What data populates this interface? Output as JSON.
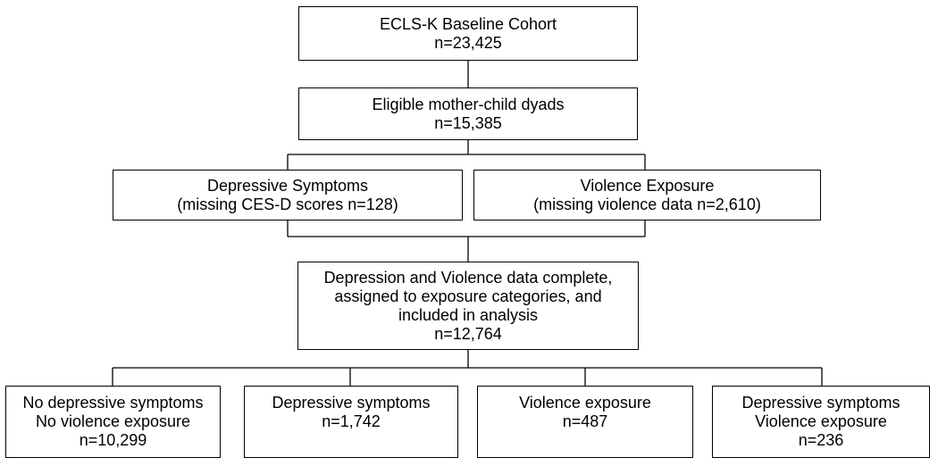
{
  "boxes": {
    "baseline": {
      "line1": "ECLS-K Baseline Cohort",
      "line2": "n=23,425"
    },
    "eligible": {
      "line1": "Eligible mother-child dyads",
      "line2": "n=15,385"
    },
    "depressive": {
      "line1": "Depressive Symptoms",
      "line2": "(missing CES-D scores n=128)"
    },
    "violence": {
      "line1": "Violence Exposure",
      "line2": "(missing violence data n=2,610)"
    },
    "complete": {
      "line1": "Depression and Violence data complete,",
      "line2": "assigned to exposure categories, and",
      "line3": "included in analysis",
      "line4": "n=12,764"
    },
    "none": {
      "line1": "No depressive symptoms",
      "line2": "No violence exposure",
      "line3": "n=10,299"
    },
    "dep_only": {
      "line1": "Depressive symptoms",
      "line2": "n=1,742"
    },
    "vio_only": {
      "line1": "Violence exposure",
      "line2": "n=487"
    },
    "both": {
      "line1": "Depressive symptoms",
      "line2": "Violence exposure",
      "line3": "n=236"
    }
  }
}
